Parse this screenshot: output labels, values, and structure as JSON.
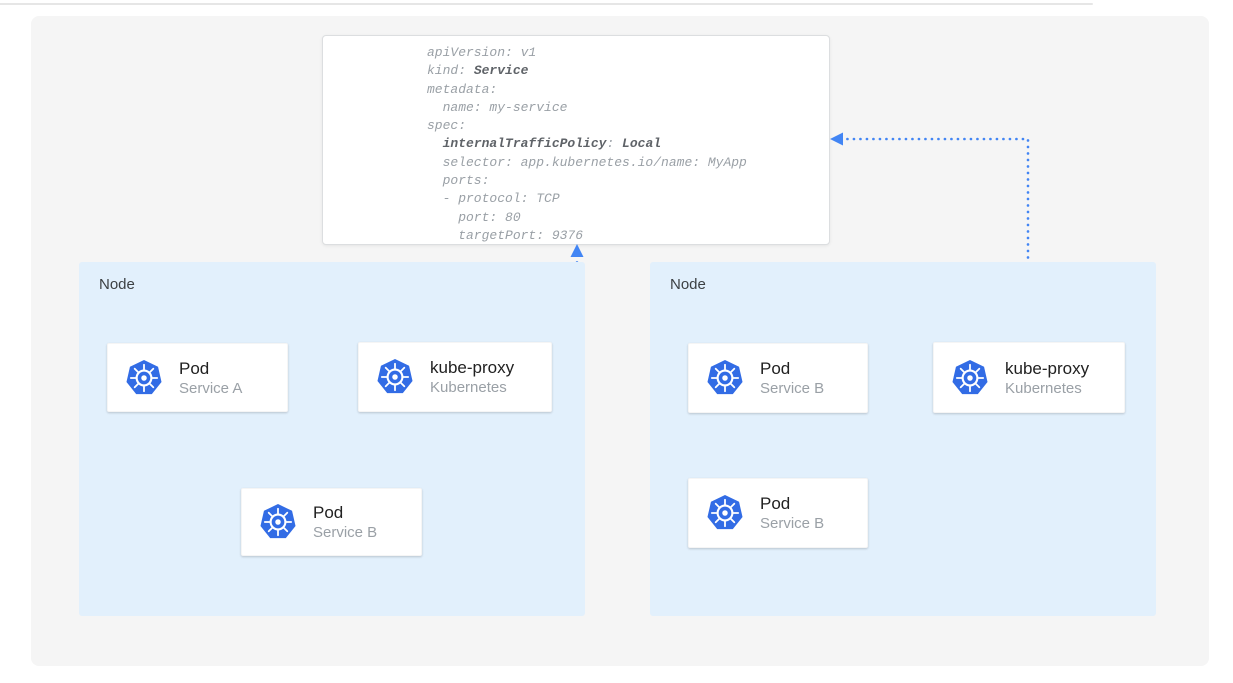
{
  "colors": {
    "accent_blue": "#4285f4",
    "kubernetes_blue": "#326ce5",
    "panel_background": "#f5f5f5",
    "node_background": "#e2f0fc",
    "code_text": "#9aa0a6",
    "code_bold_text": "#5f6368"
  },
  "yaml_card": {
    "lines": [
      [
        {
          "text": "apiVersion: v1"
        }
      ],
      [
        {
          "text": "kind: "
        },
        {
          "text": "Service",
          "bold": true
        }
      ],
      [
        {
          "text": "metadata:"
        }
      ],
      [
        {
          "text": "  name: my-service"
        }
      ],
      [
        {
          "text": "spec:"
        }
      ],
      [
        {
          "text": "  "
        },
        {
          "text": "internalTrafficPolicy",
          "bold": true
        },
        {
          "text": ": "
        },
        {
          "text": "Local",
          "bold": true
        }
      ],
      [
        {
          "text": "  selector: app.kubernetes.io/name: MyApp"
        }
      ],
      [
        {
          "text": "  ports:"
        }
      ],
      [
        {
          "text": "  - protocol: TCP"
        }
      ],
      [
        {
          "text": "    port: 80"
        }
      ],
      [
        {
          "text": "    targetPort: 9376"
        }
      ]
    ]
  },
  "nodes": {
    "left": {
      "label": "Node",
      "cards": [
        {
          "title": "Pod",
          "subtitle": "Service A",
          "icon": "kubernetes-icon"
        },
        {
          "title": "kube-proxy",
          "subtitle": "Kubernetes",
          "icon": "kubernetes-icon"
        },
        {
          "title": "Pod",
          "subtitle": "Service B",
          "icon": "kubernetes-icon"
        }
      ]
    },
    "right": {
      "label": "Node",
      "cards": [
        {
          "title": "Pod",
          "subtitle": "Service B",
          "icon": "kubernetes-icon"
        },
        {
          "title": "kube-proxy",
          "subtitle": "Kubernetes",
          "icon": "kubernetes-icon"
        },
        {
          "title": "Pod",
          "subtitle": "Service B",
          "icon": "kubernetes-icon"
        }
      ]
    }
  },
  "connections": [
    {
      "style": "solid",
      "from": "left-pod-service-a",
      "to": "left-kube-proxy"
    },
    {
      "style": "solid",
      "from": "left-kube-proxy",
      "to": "left-pod-service-b"
    },
    {
      "style": "dotted",
      "from": "left-kube-proxy",
      "to": "service-yaml-card"
    },
    {
      "style": "dotted",
      "from": "right-kube-proxy",
      "to": "service-yaml-card"
    }
  ]
}
